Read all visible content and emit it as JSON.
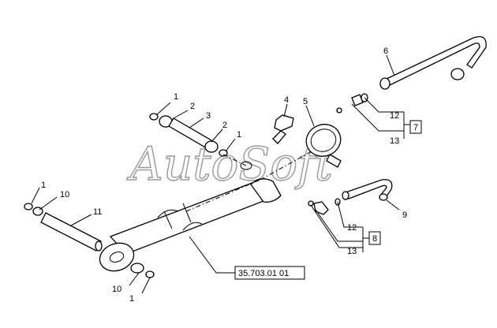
{
  "watermark": "AutoSoft",
  "callouts": {
    "c1a": "1",
    "c2a": "2",
    "c3": "3",
    "c2b": "2",
    "c1b": "1",
    "c4": "4",
    "c5": "5",
    "c6": "6",
    "c12a": "12",
    "c13a": "13",
    "c7": "7",
    "c1c": "1",
    "c10a": "10",
    "c11": "11",
    "c9": "9",
    "c12b": "12",
    "c13b": "13",
    "c8": "8",
    "c10b": "10",
    "c1d": "1"
  },
  "reference": "35.703.01 01"
}
